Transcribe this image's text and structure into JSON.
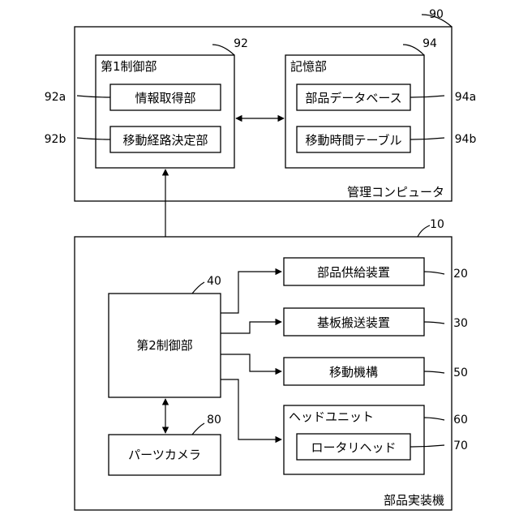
{
  "management_computer": {
    "label": "管理コンピュータ",
    "ref": "90",
    "first_controller": {
      "label": "第1制御部",
      "ref": "92",
      "info_acquisition": {
        "label": "情報取得部",
        "ref": "92a"
      },
      "route_determination": {
        "label": "移動経路決定部",
        "ref": "92b"
      }
    },
    "storage": {
      "label": "記憶部",
      "ref": "94",
      "parts_database": {
        "label": "部品データベース",
        "ref": "94a"
      },
      "travel_time_table": {
        "label": "移動時間テーブル",
        "ref": "94b"
      }
    }
  },
  "component_mounter": {
    "label": "部品実装機",
    "ref": "10",
    "second_controller": {
      "label": "第2制御部",
      "ref": "40"
    },
    "parts_supply": {
      "label": "部品供給装置",
      "ref": "20"
    },
    "board_transport": {
      "label": "基板搬送装置",
      "ref": "30"
    },
    "moving_mechanism": {
      "label": "移動機構",
      "ref": "50"
    },
    "head_unit": {
      "label": "ヘッドユニット",
      "ref": "60",
      "rotary_head": {
        "label": "ロータリヘッド",
        "ref": "70"
      }
    },
    "parts_camera": {
      "label": "パーツカメラ",
      "ref": "80"
    }
  }
}
